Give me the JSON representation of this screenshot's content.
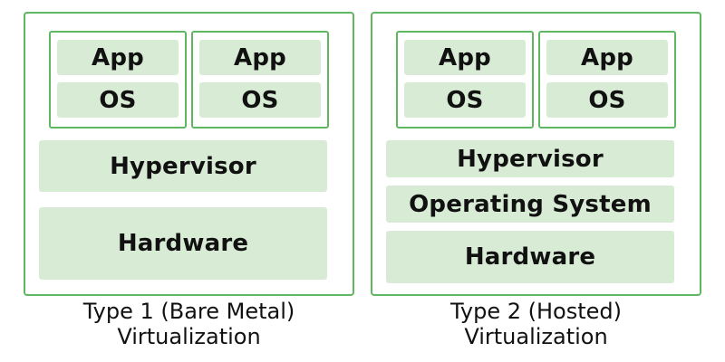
{
  "colors": {
    "border": "#5fb760",
    "block_fill": "#d8ecd5",
    "text": "#111111",
    "background": "#ffffff"
  },
  "type1": {
    "vm1": {
      "app": "App",
      "os": "OS"
    },
    "vm2": {
      "app": "App",
      "os": "OS"
    },
    "hypervisor": "Hypervisor",
    "hardware": "Hardware",
    "caption_line1": "Type 1 (Bare Metal)",
    "caption_line2": "Virtualization"
  },
  "type2": {
    "vm1": {
      "app": "App",
      "os": "OS"
    },
    "vm2": {
      "app": "App",
      "os": "OS"
    },
    "hypervisor": "Hypervisor",
    "operating_system": "Operating System",
    "hardware": "Hardware",
    "caption_line1": "Type 2 (Hosted)",
    "caption_line2": "Virtualization"
  }
}
